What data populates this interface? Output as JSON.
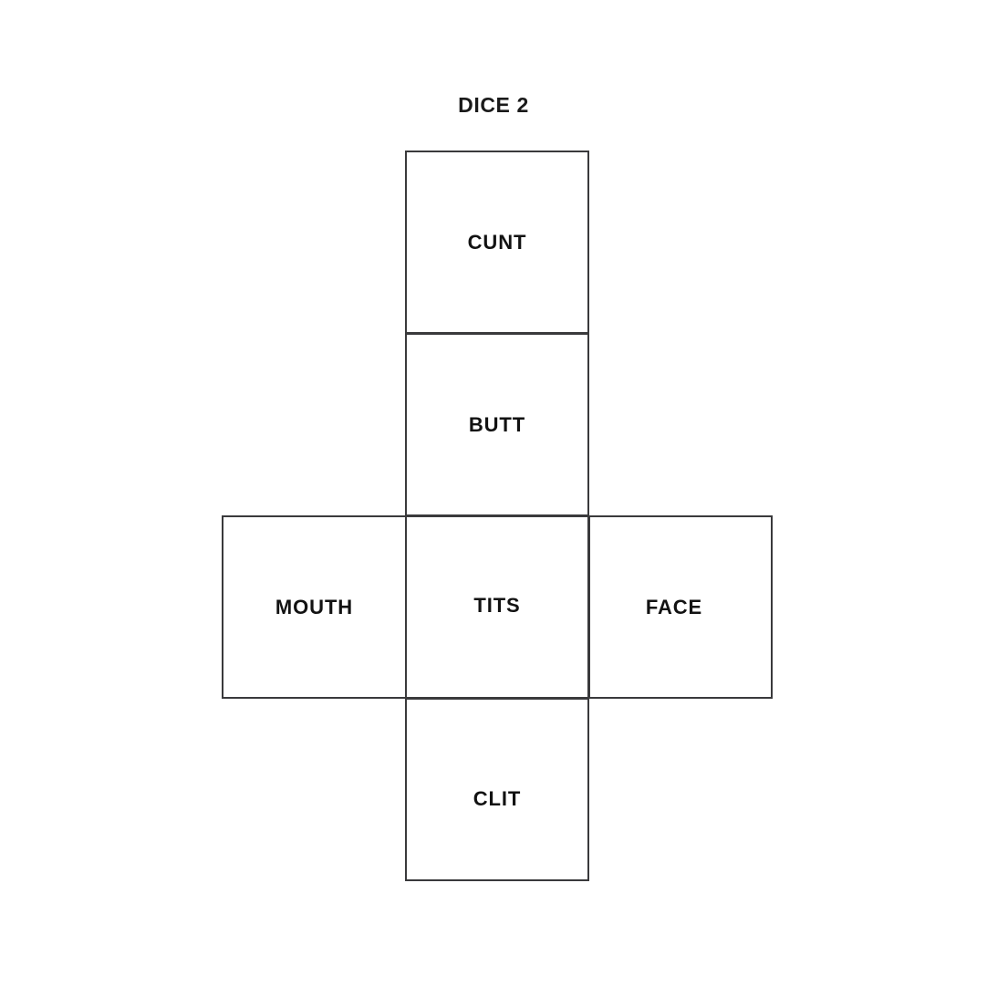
{
  "page": {
    "title": "DICE 2",
    "background_color": "#ffffff",
    "line_color": "#3a3a3c",
    "text_color": "#121212"
  },
  "dice_net": {
    "shape": "cube-net-cross",
    "rows": 4,
    "columns": 3,
    "faces": [
      {
        "id": "top",
        "position": "column-row-1",
        "label": "CUNT"
      },
      {
        "id": "upmid",
        "position": "column-row-2",
        "label": "BUTT"
      },
      {
        "id": "left",
        "position": "middle-row-left",
        "label": "MOUTH"
      },
      {
        "id": "center",
        "position": "middle-row-center",
        "label": "TITS"
      },
      {
        "id": "right",
        "position": "middle-row-right",
        "label": "FACE"
      },
      {
        "id": "bottom",
        "position": "column-row-4",
        "label": "CLIT"
      }
    ]
  }
}
